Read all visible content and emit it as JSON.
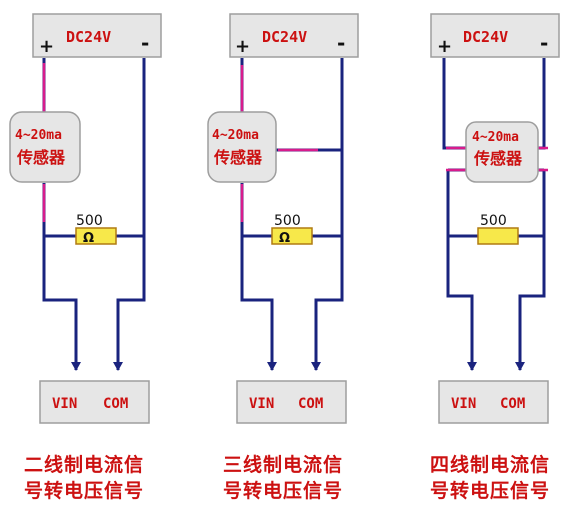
{
  "colors": {
    "wire": "#1a237e",
    "magenta": "#d81b8c",
    "box_fill": "#e6e6e6",
    "box_stroke": "#9e9e9e",
    "resistor_fill": "#f7e84a",
    "resistor_stroke": "#b07b12",
    "caption": "#cc1111"
  },
  "panels": [
    {
      "power_label": "DC24V",
      "plus": "+",
      "minus": "-",
      "sensor_line1": "4~20ma",
      "sensor_line2": "传感器",
      "resistor_value": "500",
      "resistor_symbol": "Ω",
      "vin": "VIN",
      "com": "COM",
      "caption_line1": "二线制电流信",
      "caption_line2": "号转电压信号"
    },
    {
      "power_label": "DC24V",
      "plus": "+",
      "minus": "-",
      "sensor_line1": "4~20ma",
      "sensor_line2": "传感器",
      "resistor_value": "500",
      "resistor_symbol": "Ω",
      "vin": "VIN",
      "com": "COM",
      "caption_line1": "三线制电流信",
      "caption_line2": "号转电压信号"
    },
    {
      "power_label": "DC24V",
      "plus": "+",
      "minus": "-",
      "sensor_line1": "4~20ma",
      "sensor_line2": "传感器",
      "resistor_value": "500",
      "resistor_symbol": "",
      "vin": "VIN",
      "com": "COM",
      "caption_line1": "四线制电流信",
      "caption_line2": "号转电压信号"
    }
  ]
}
